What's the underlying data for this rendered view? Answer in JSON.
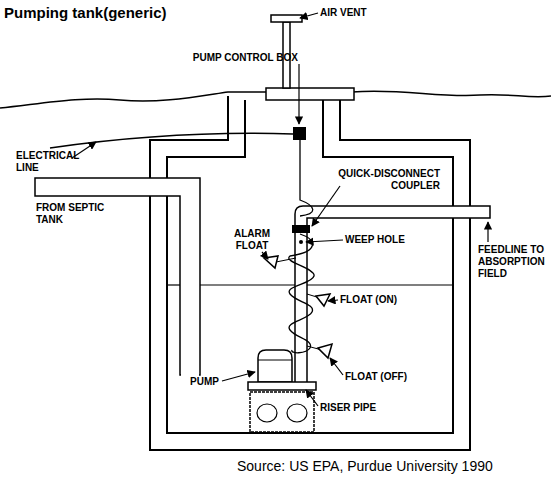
{
  "diagram": {
    "title": "Pumping tank(generic)",
    "caption": "Source: US EPA, Purdue University 1990",
    "labels": [
      "PUMP CONTROL BOX",
      "AIR VENT",
      "ELECTRICAL LINE",
      "FROM SEPTIC TANK",
      "QUICK-DISCONNECT COUPLER",
      "ALARM FLOAT",
      "WEEP HOLE",
      "FEEDLINE TO ABSORPTION FIELD",
      "FLOAT (ON)",
      "PUMP",
      "FLOAT (OFF)",
      "RISER PIPE"
    ]
  }
}
